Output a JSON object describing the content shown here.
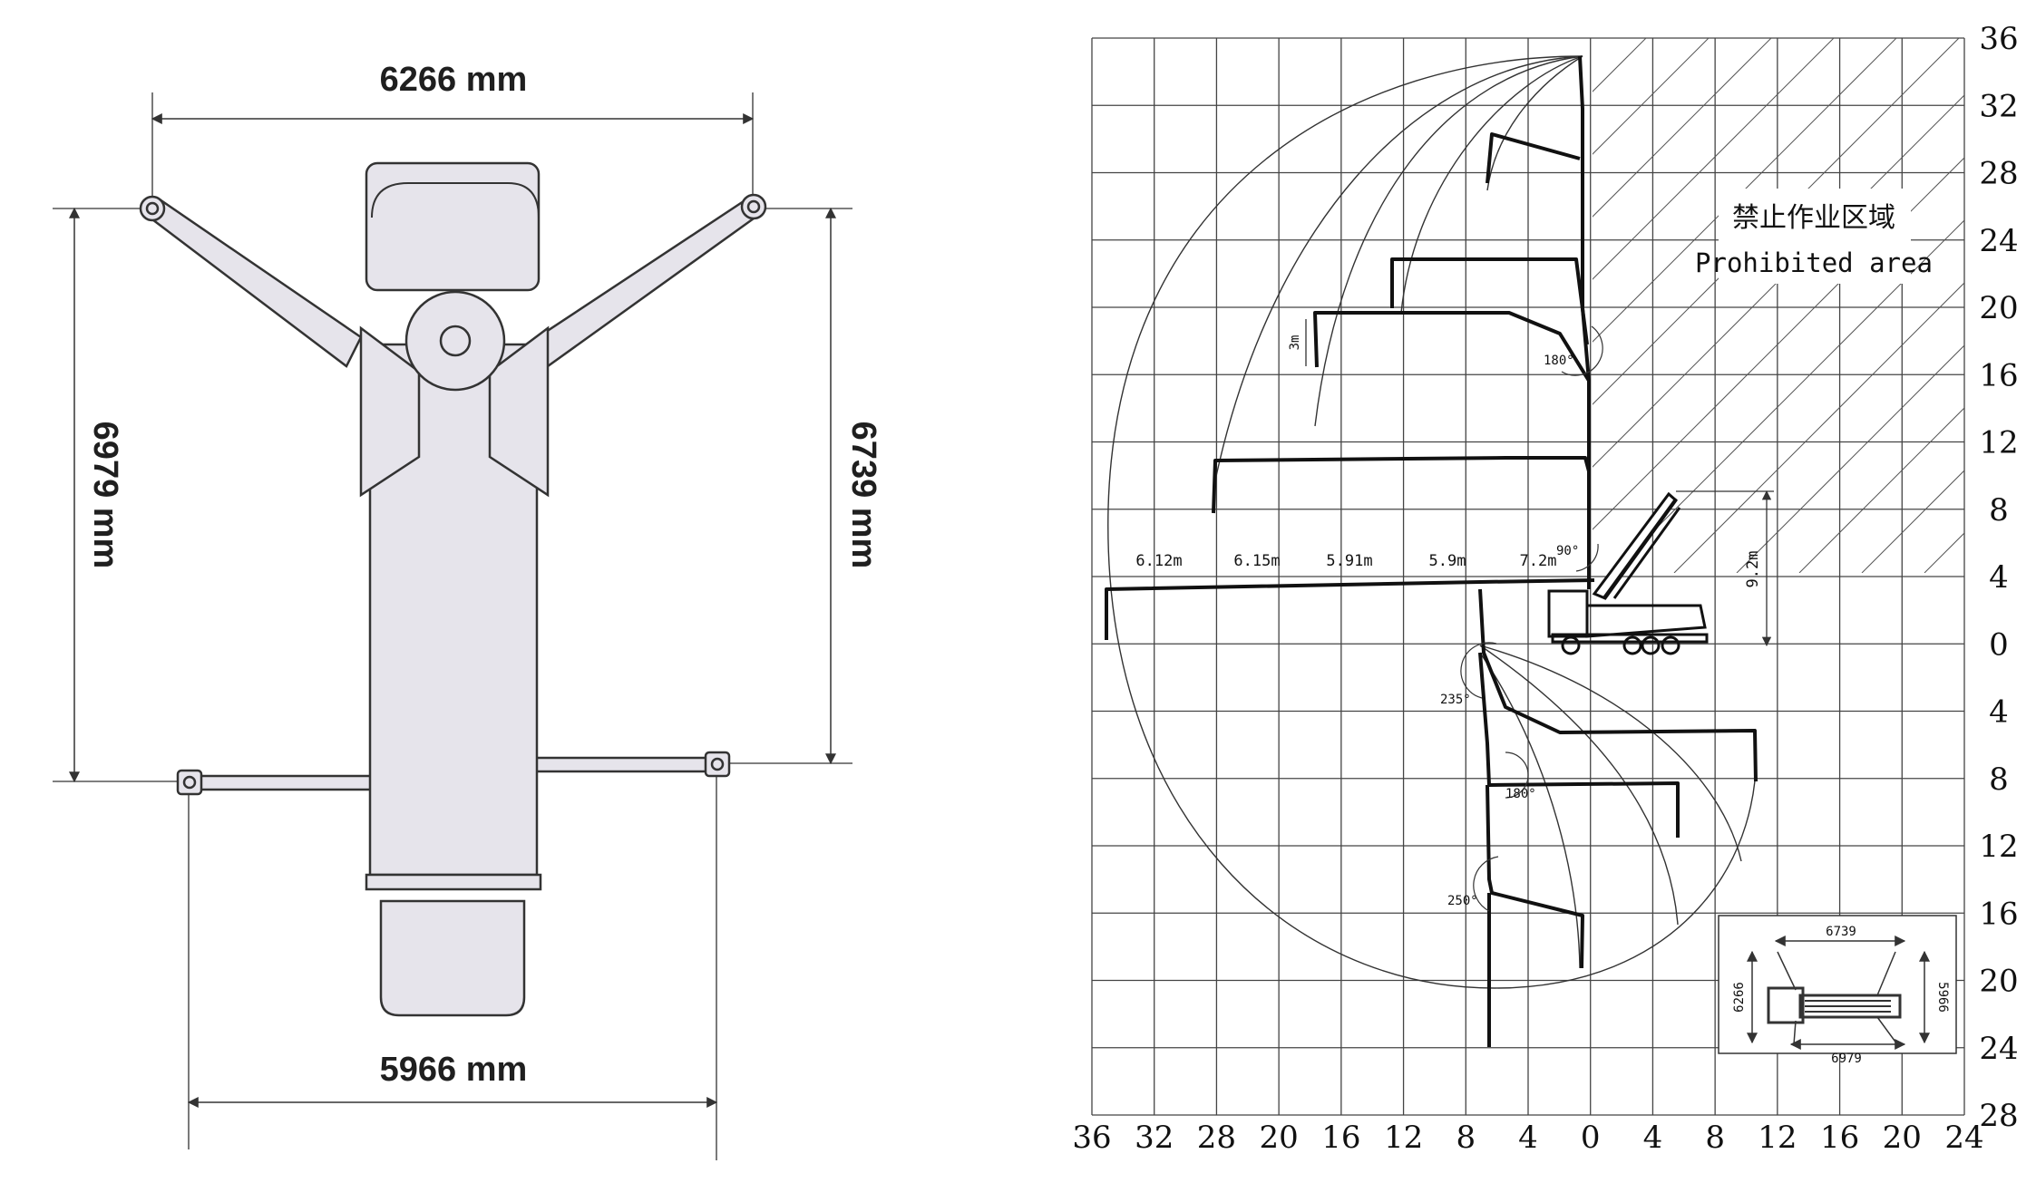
{
  "top_view": {
    "dim_top": "6266 mm",
    "dim_left": "6979 mm",
    "dim_right": "6739 mm",
    "dim_bottom": "5966 mm",
    "colors": {
      "fill": "#e6e4eb",
      "stroke": "#333333"
    }
  },
  "reach_chart": {
    "prohibited_cn": "禁止作业区域",
    "prohibited_en": "Prohibited area",
    "right_ticks": [
      "36",
      "32",
      "28",
      "24",
      "20",
      "16",
      "12",
      "8",
      "4",
      "0",
      "4",
      "8",
      "12",
      "16",
      "20",
      "24",
      "28"
    ],
    "bottom_ticks": [
      "36",
      "32",
      "28",
      "20",
      "16",
      "12",
      "8",
      "4",
      "0",
      "4",
      "8",
      "12",
      "16",
      "20",
      "24"
    ],
    "section_labels": [
      "6.12m",
      "6.15m",
      "5.91m",
      "5.9m",
      "7.2m"
    ],
    "height_label": "9.2m",
    "tip_label": "3m",
    "angles": [
      "180°",
      "90°",
      "235°",
      "180°",
      "250°"
    ],
    "inset": {
      "top": "6739",
      "bottom": "6979",
      "left": "6266",
      "right": "5966"
    }
  }
}
